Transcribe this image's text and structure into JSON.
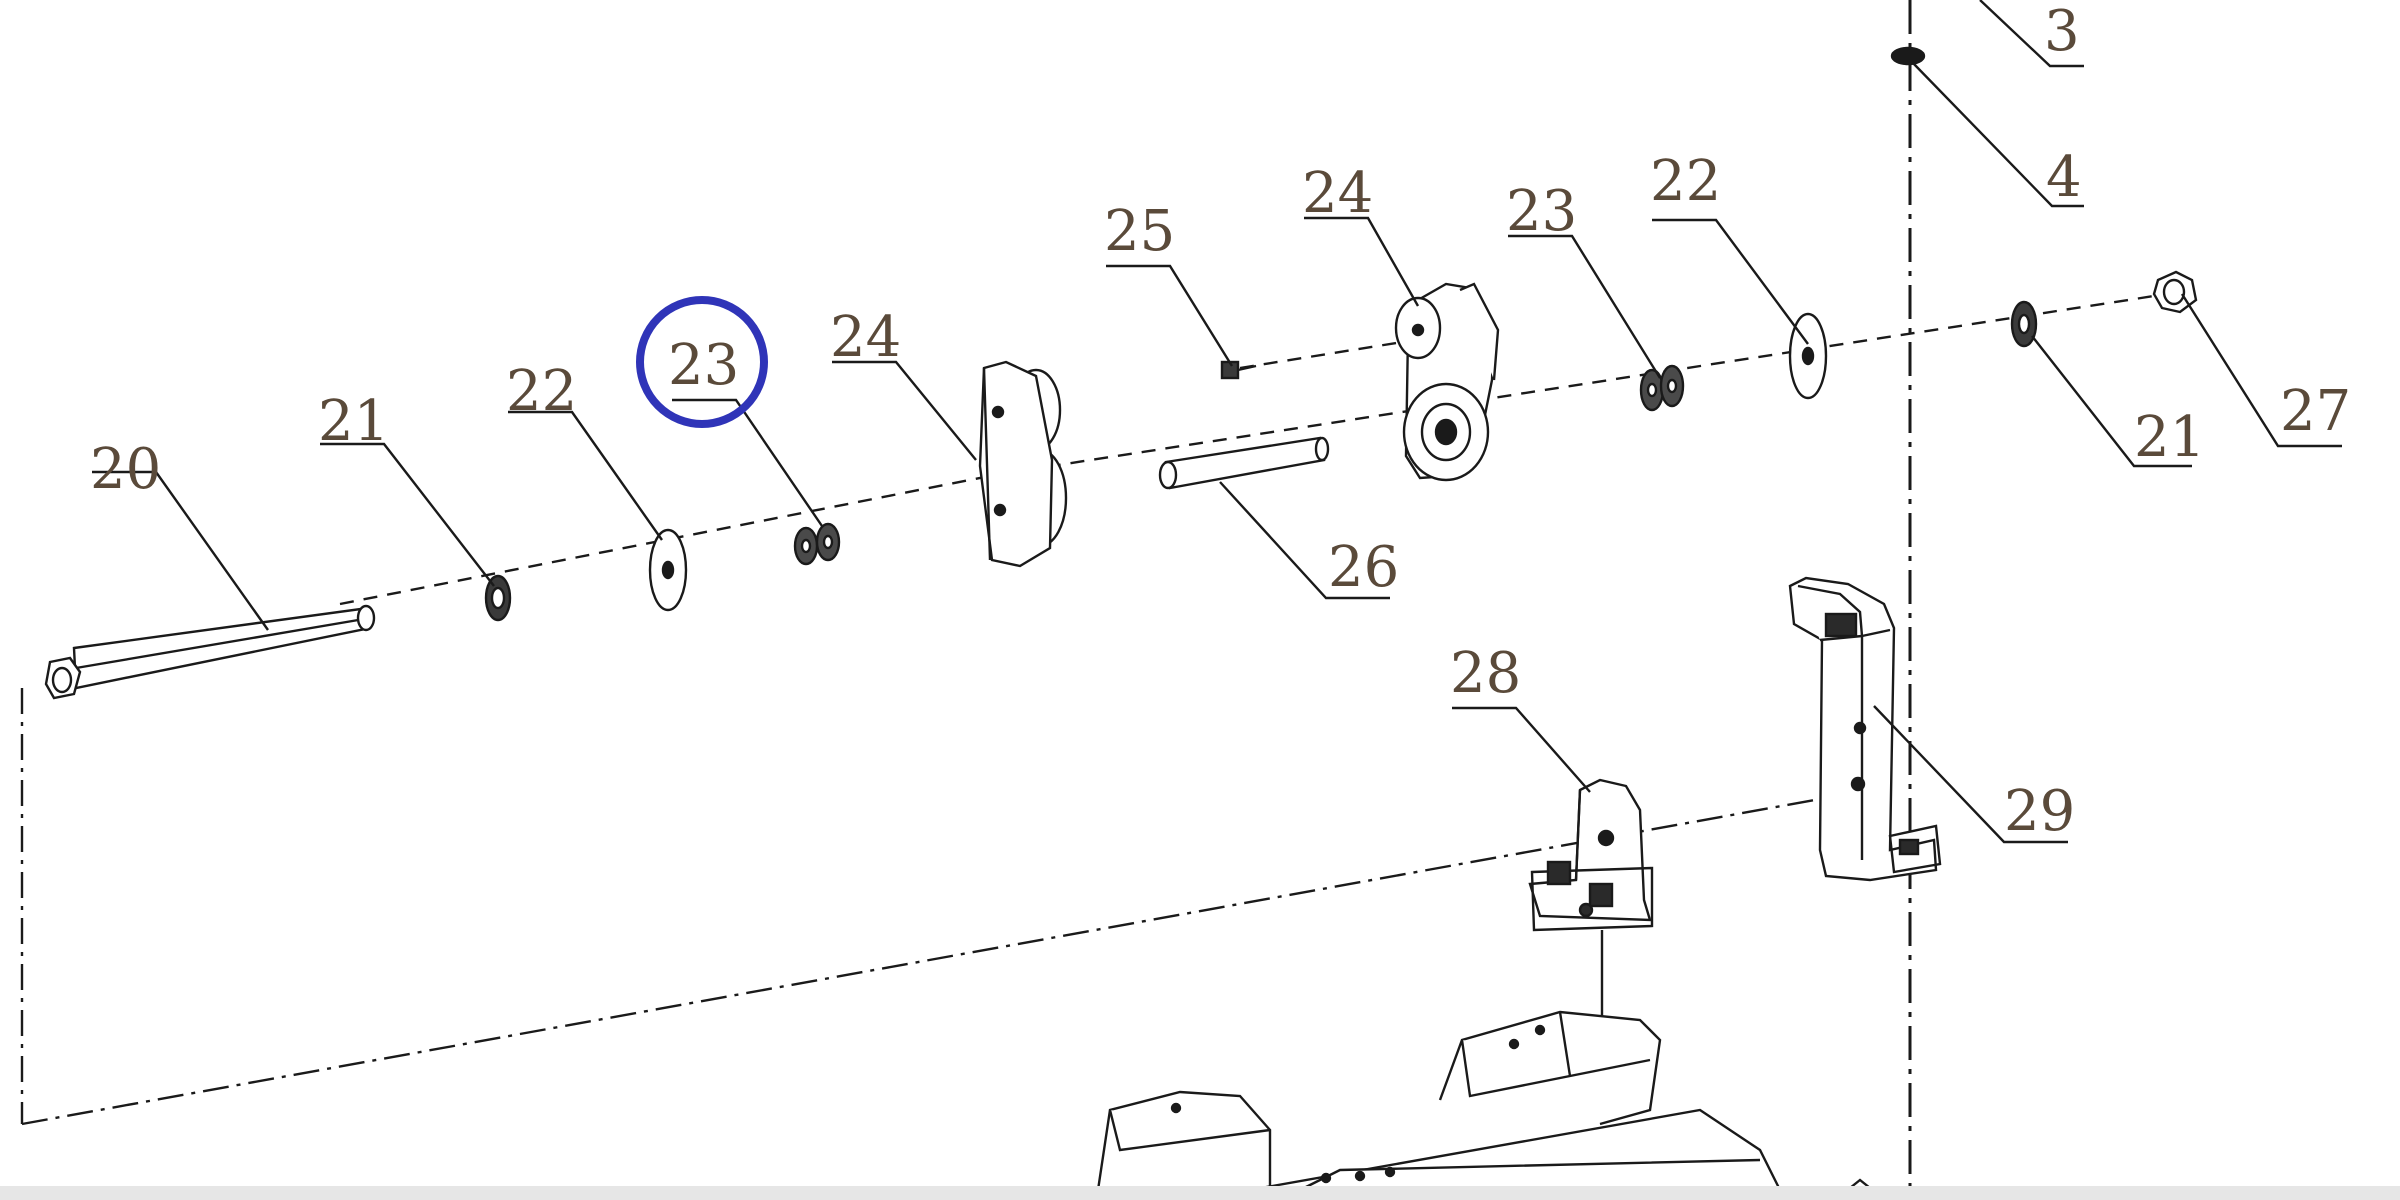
{
  "diagram": {
    "callouts": {
      "c20": "20",
      "c21_left": "21",
      "c22_left": "22",
      "c23_left": "23",
      "c24_left": "24",
      "c25": "25",
      "c24_right": "24",
      "c23_right": "23",
      "c22_right": "22",
      "c21_right": "21",
      "c27": "27",
      "c26": "26",
      "c28": "28",
      "c29": "29",
      "c3": "3",
      "c4": "4"
    },
    "highlighted_callout": "23",
    "colors": {
      "line": "#1a1a1a",
      "label": "#5a4a3a",
      "highlight": "#2f34b8",
      "background": "#ffffff",
      "bottom_strip": "#e6e6e6"
    }
  }
}
